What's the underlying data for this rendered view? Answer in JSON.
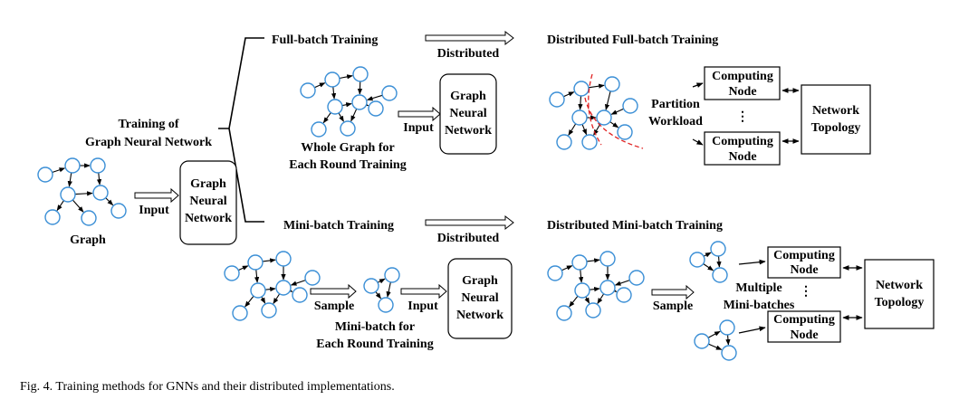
{
  "caption": "Fig. 4.  Training methods for GNNs and their distributed implementations.",
  "root": {
    "title_line1": "Training of",
    "title_line2": "Graph Neural Network",
    "graph_label": "Graph",
    "input_label": "Input",
    "gnn_box": [
      "Graph",
      "Neural",
      "Network"
    ]
  },
  "full_batch": {
    "title": "Full-batch Training",
    "graph_caption_line1": "Whole Graph for",
    "graph_caption_line2": "Each Round Training",
    "input_label": "Input",
    "gnn_box": [
      "Graph",
      "Neural",
      "Network"
    ],
    "distributed_label": "Distributed"
  },
  "dist_full_batch": {
    "title": "Distributed Full-batch Training",
    "partition_line1": "Partition",
    "partition_line2": "Workload",
    "node_top": [
      "Computing",
      "Node"
    ],
    "node_bottom": [
      "Computing",
      "Node"
    ],
    "dots": "⋮",
    "network": [
      "Network",
      "Topology"
    ],
    "partition_line_color": "#e02020"
  },
  "mini_batch": {
    "title": "Mini-batch Training",
    "sample_label": "Sample",
    "input_label": "Input",
    "caption_line1": "Mini-batch for",
    "caption_line2": "Each Round Training",
    "gnn_box": [
      "Graph",
      "Neural",
      "Network"
    ],
    "distributed_label": "Distributed"
  },
  "dist_mini_batch": {
    "title": "Distributed Mini-batch Training",
    "sample_label": "Sample",
    "multi_line1": "Multiple",
    "multi_line2": "Mini-batches",
    "node_top": [
      "Computing",
      "Node"
    ],
    "node_bottom": [
      "Computing",
      "Node"
    ],
    "dots": "⋮",
    "network": [
      "Network",
      "Topology"
    ]
  },
  "colors": {
    "node_stroke": "#3b8fd6",
    "edge": "#000000"
  }
}
